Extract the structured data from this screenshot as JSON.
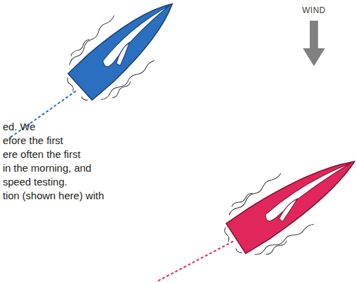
{
  "diagram": {
    "labels": [
      "WIND",
      "ed. We",
      "efore the first",
      "ere often the first",
      "in the morning, and",
      "speed testing.",
      "tion (shown here) with"
    ]
  }
}
